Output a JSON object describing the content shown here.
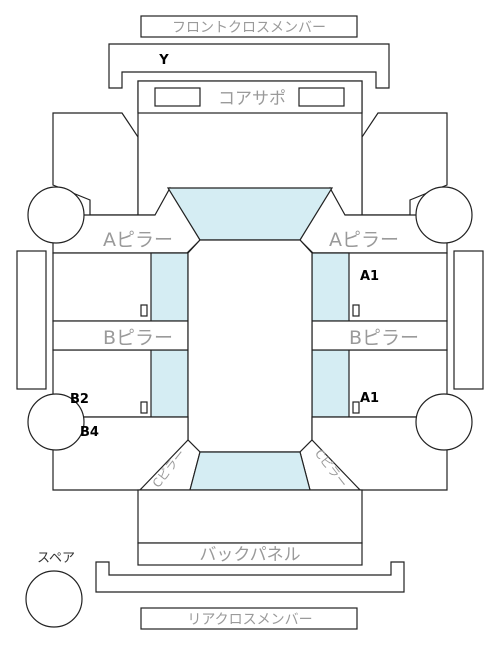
{
  "labels": {
    "front_cross_member": "フロントクロスメンバー",
    "core_support": "コアサポ",
    "a_pillar_left": "Aピラー",
    "a_pillar_right": "Aピラー",
    "b_pillar_left": "Bピラー",
    "b_pillar_right": "Bピラー",
    "c_pillar_left": "Cピラー",
    "c_pillar_right": "Cピラー",
    "back_panel": "バックパネル",
    "rear_cross_member": "リアクロスメンバー",
    "spare": "スペア"
  },
  "marks": {
    "front_cross_member": "Y",
    "right_front_door": "A1",
    "right_rear_door": "A1",
    "left_rear_top": "B2",
    "left_rear_bottom": "B4"
  },
  "colors": {
    "glass": "#d5edf3",
    "line": "#222222",
    "label_gray": "#9a9a9a",
    "mark": "#000000"
  }
}
